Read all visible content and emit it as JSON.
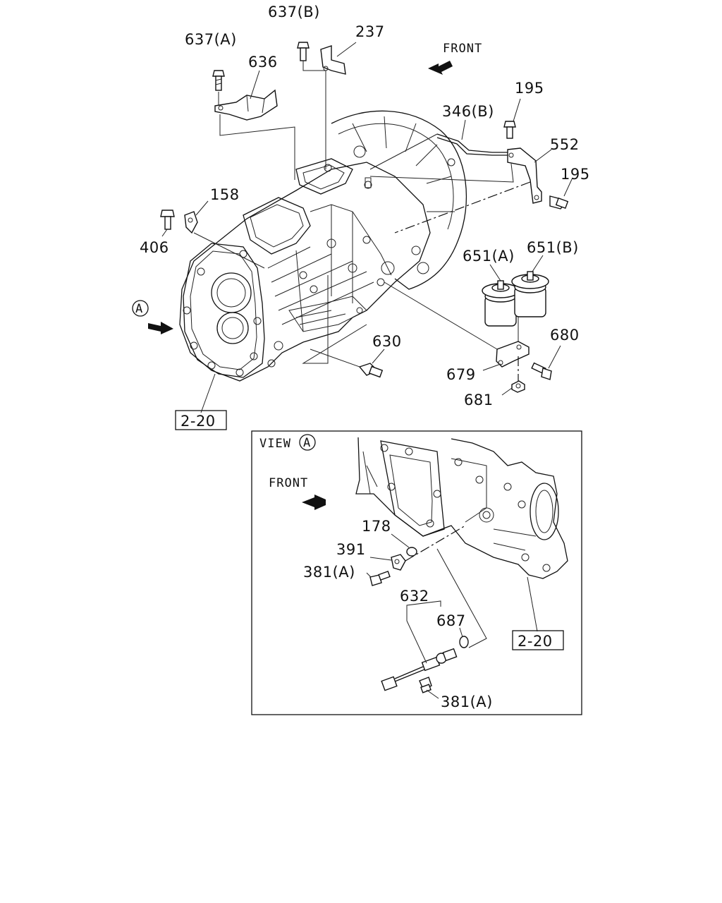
{
  "diagram": {
    "front_label_top": "FRONT",
    "front_label_view": "FRONT",
    "view_label": "VIEW",
    "view_marker": "A",
    "a_marker": "A",
    "callouts": {
      "p637b": "637(B)",
      "p237": "237",
      "p637a": "637(A)",
      "p636": "636",
      "p195_top": "195",
      "p346b": "346(B)",
      "p552": "552",
      "p195_right": "195",
      "p158": "158",
      "p406": "406",
      "p651a": "651(A)",
      "p651b": "651(B)",
      "p680": "680",
      "p630": "630",
      "p679": "679",
      "p681": "681",
      "ref_2_20_main": "2-20",
      "p178": "178",
      "p391": "391",
      "p381a_top": "381(A)",
      "p632": "632",
      "p687": "687",
      "ref_2_20_view": "2-20",
      "p381a_bottom": "381(A)"
    }
  }
}
